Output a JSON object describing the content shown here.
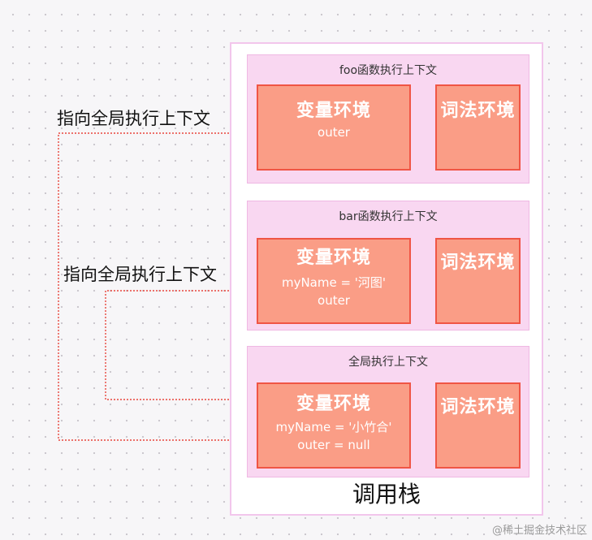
{
  "call_stack_label": "调用栈",
  "contexts": {
    "foo": {
      "title": "foo函数执行上下文",
      "variable_env": {
        "title": "变量环境",
        "lines": [
          "outer"
        ]
      },
      "lexical_env": {
        "title": "词法环境"
      }
    },
    "bar": {
      "title": "bar函数执行上下文",
      "variable_env": {
        "title": "变量环境",
        "lines": [
          "myName =  '河图'",
          "outer"
        ]
      },
      "lexical_env": {
        "title": "词法环境"
      }
    },
    "global": {
      "title": "全局执行上下文",
      "variable_env": {
        "title": "变量环境",
        "lines": [
          "myName =  '小竹合'",
          "outer = null"
        ]
      },
      "lexical_env": {
        "title": "词法环境"
      }
    }
  },
  "arrows": {
    "foo_label": "指向全局执行上下文",
    "bar_label": "指向全局执行上下文"
  },
  "colors": {
    "context_fill": "#f9d7f1",
    "env_fill": "#fa9d86",
    "env_border": "#f05545",
    "arrow": "#e8453c"
  },
  "watermark": "@稀土掘金技术社区"
}
